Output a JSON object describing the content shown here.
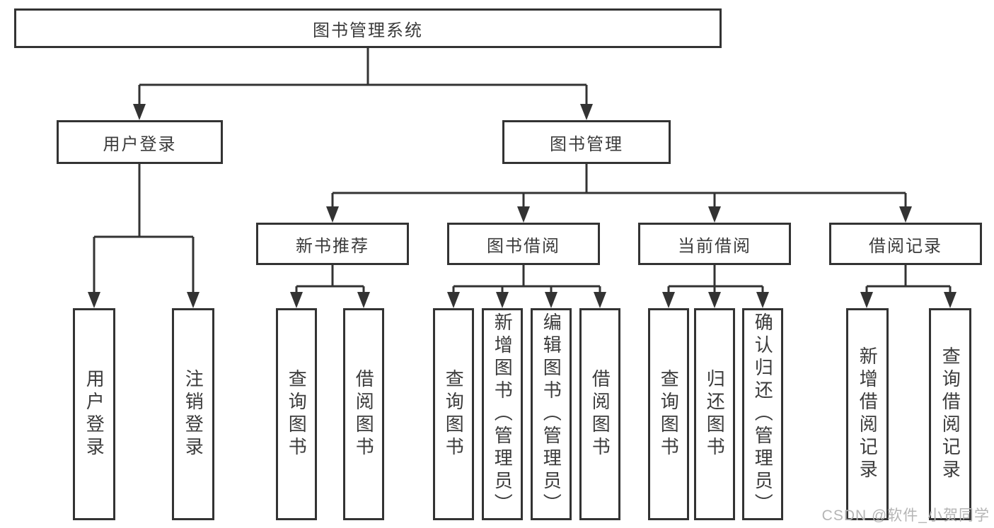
{
  "tree": {
    "label": "图书管理系统",
    "children": [
      {
        "label": "用户登录",
        "children": [
          {
            "label": "用户登录"
          },
          {
            "label": "注销登录"
          }
        ]
      },
      {
        "label": "图书管理",
        "children": [
          {
            "label": "新书推荐",
            "children": [
              {
                "label": "查询图书"
              },
              {
                "label": "借阅图书"
              }
            ]
          },
          {
            "label": "图书借阅",
            "children": [
              {
                "label": "查询图书"
              },
              {
                "label": "新增图书（管理员）"
              },
              {
                "label": "编辑图书（管理员）"
              },
              {
                "label": "借阅图书"
              }
            ]
          },
          {
            "label": "当前借阅",
            "children": [
              {
                "label": "查询图书"
              },
              {
                "label": "归还图书"
              },
              {
                "label": "确认归还（管理员）"
              }
            ]
          },
          {
            "label": "借阅记录",
            "children": [
              {
                "label": "新增借阅记录"
              },
              {
                "label": "查询借阅记录"
              }
            ]
          }
        ]
      }
    ]
  },
  "watermark": {
    "text": "CSDN @软件_小贺同学"
  },
  "colors": {
    "line": "#333333",
    "box_border": "#333333",
    "text": "#3b3b3b",
    "watermark": "#b5b5b5",
    "background": "#ffffff"
  }
}
